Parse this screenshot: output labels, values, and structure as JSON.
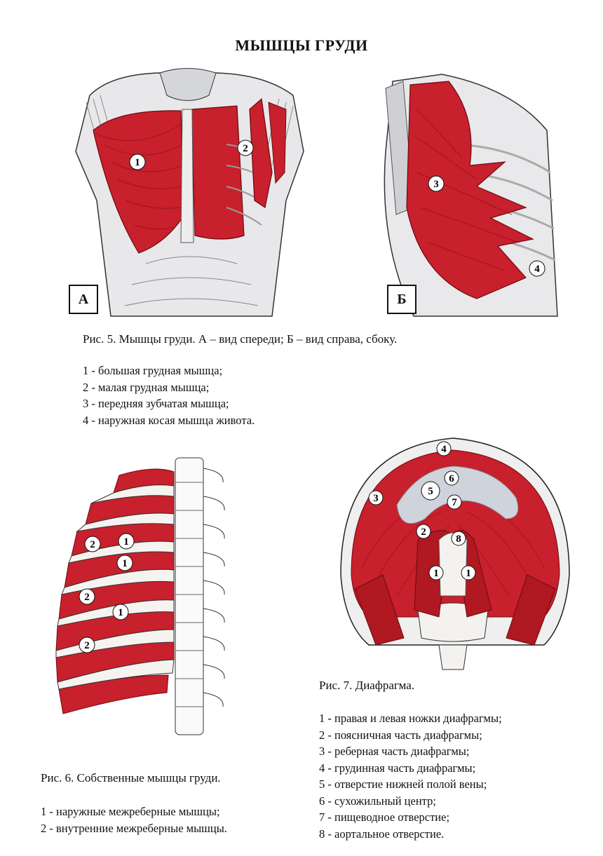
{
  "page": {
    "title": "МЫШЦЫ ГРУДИ"
  },
  "figure5": {
    "panel_a": "А",
    "panel_b": "Б",
    "caption": "Рис. 5. Мышцы груди. А – вид спереди; Б – вид справа, сбоку.",
    "markers": [
      "1",
      "2",
      "3",
      "4"
    ],
    "legend": [
      "1 - большая грудная мышца;",
      "2 - малая грудная мышца;",
      "3 - передняя зубчатая мышца;",
      "4 - наружная косая мышца живота."
    ]
  },
  "figure6": {
    "caption": "Рис. 6. Собственные мышцы груди.",
    "markers": [
      "2",
      "1",
      "1",
      "2",
      "1",
      "2"
    ],
    "legend": [
      "1 - наружные межреберные мышцы;",
      "2 - внутренние межреберные мышцы."
    ]
  },
  "figure7": {
    "caption": "Рис. 7. Диафрагма.",
    "markers": [
      "4",
      "6",
      "5",
      "3",
      "7",
      "2",
      "8",
      "1",
      "1"
    ],
    "legend": [
      "1 -  правая и левая ножки диафрагмы;",
      "2 - поясничная часть диафрагмы;",
      "3 - реберная часть диафрагмы;",
      "4 - грудинная часть диафрагмы;",
      "5 - отверстие нижней полой вены;",
      "6 - сухожильный центр;",
      "7 - пищеводное отверстие;",
      "8 - аортальное отверстие."
    ]
  },
  "colors": {
    "muscle": "#c8202c",
    "muscle_dark": "#8e1018",
    "tendon": "#c9ccd6",
    "bone": "#f4f2ee",
    "outline": "#222222"
  }
}
